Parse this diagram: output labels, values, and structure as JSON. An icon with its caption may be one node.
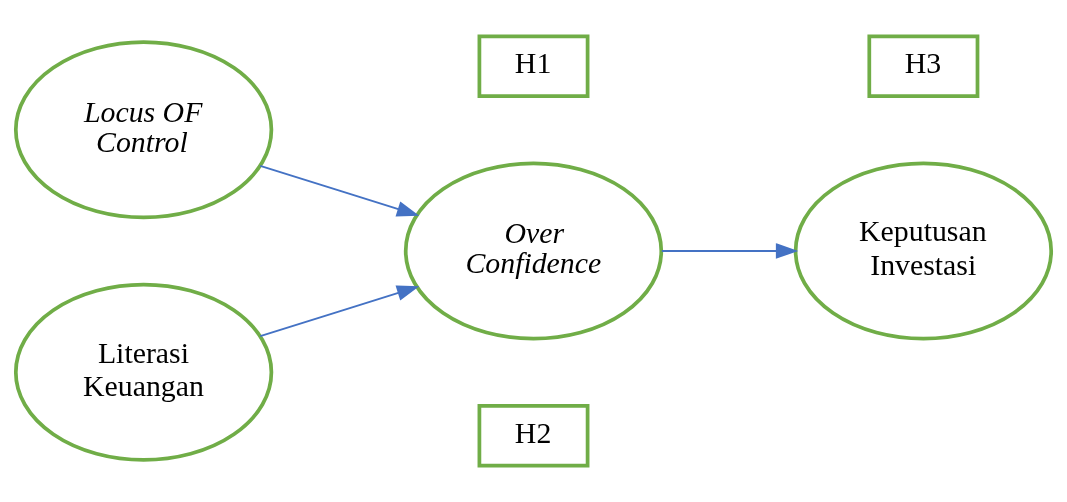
{
  "diagram": {
    "nodes": [
      {
        "text": [
          "Locus OF Control"
        ]
      },
      {
        "text": [
          "Literasi Keuangan"
        ]
      },
      {
        "text": [
          "Over Confidence"
        ]
      },
      {
        "text": [
          "Keputusan Investasi"
        ]
      },
      {
        "text": [
          "H1"
        ]
      },
      {
        "text": [
          "H2"
        ]
      },
      {
        "text": [
          "H3"
        ]
      }
    ],
    "edges": [
      {
        "from": 0,
        "to": 2,
        "arrow": "to"
      },
      {
        "from": 1,
        "to": 2,
        "arrow": "to"
      },
      {
        "from": 2,
        "to": 3,
        "arrow": "to"
      }
    ]
  }
}
